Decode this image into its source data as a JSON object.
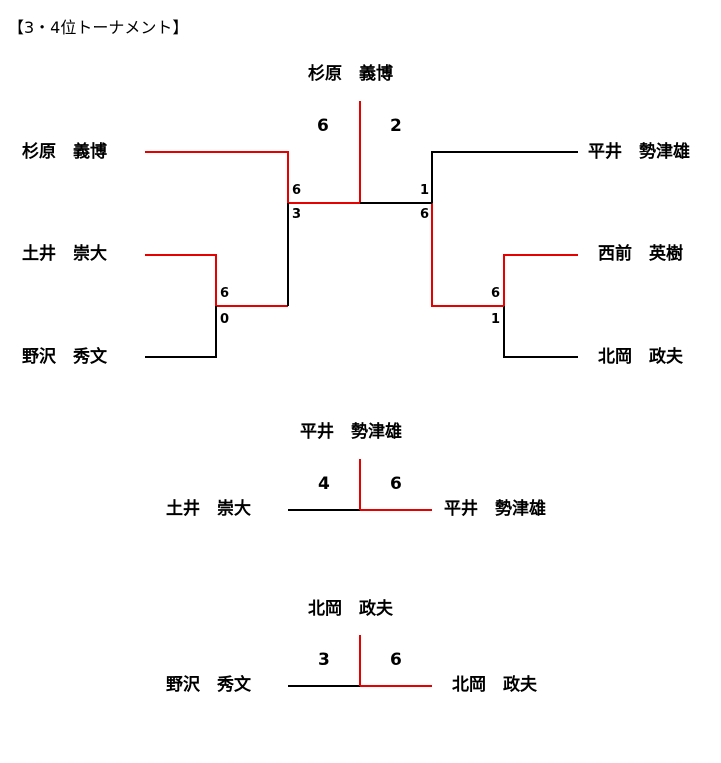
{
  "title": "【3・4位トーナメント】",
  "colors": {
    "win": "#e60000",
    "loss": "#000000"
  },
  "main_bracket": {
    "champion": "杉原　義博",
    "final_scores": {
      "left": "6",
      "right": "2"
    },
    "left": {
      "seed": "杉原　義博",
      "semi": {
        "top": "土井　崇大",
        "bottom": "野沢　秀文",
        "score_top": "6",
        "score_bottom": "0"
      },
      "score_seed": "6",
      "score_semi_winner": "3"
    },
    "right": {
      "seed": "平井　勢津雄",
      "semi": {
        "top": "西前　英樹",
        "bottom": "北岡　政夫",
        "score_top": "6",
        "score_bottom": "1"
      },
      "score_seed": "1",
      "score_semi_winner": "6"
    }
  },
  "match_b": {
    "winner": "平井　勢津雄",
    "left": "土井　崇大",
    "right": "平井　勢津雄",
    "score_left": "4",
    "score_right": "6"
  },
  "match_c": {
    "winner": "北岡　政夫",
    "left": "野沢　秀文",
    "right": "北岡　政夫",
    "score_left": "3",
    "score_right": "6"
  }
}
